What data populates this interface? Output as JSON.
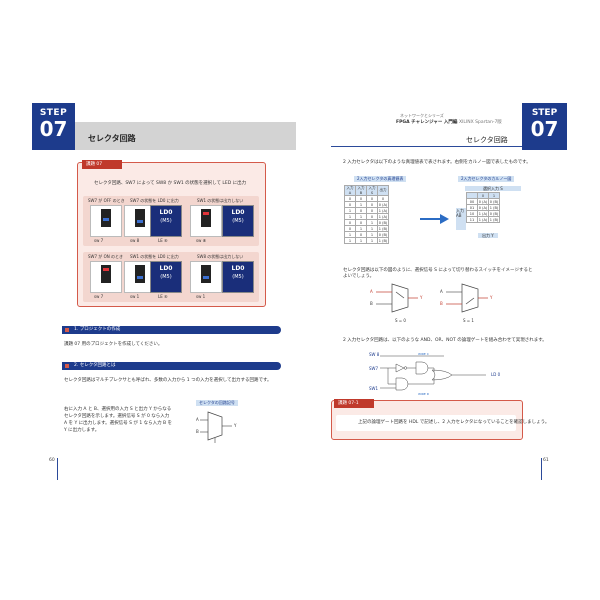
{
  "left": {
    "step_label": "STEP",
    "step_num": "07",
    "title": "セレクタ回路",
    "task_tab": "課題 07",
    "task_line1": "セレクタ回路、SW7 によって SW8 か SW1 の状態を選択して LED に出力",
    "task_line2": "",
    "row1_a": "SW7 が OFF のとき",
    "row1_b": "SW7 の状態を LD0 に出力",
    "row1_c": "SW1 の状態は出力しない",
    "row2_a": "SW7 が ON のとき",
    "row2_b": "SW1 の状態を LD0 に出力",
    "row2_c": "SW8 の状態は出力しない",
    "sw_labels": [
      "sw 7",
      "sw 8",
      "LE ⑥",
      "sw ⑧",
      "sw 7",
      "sw 1",
      "LE ⑥",
      "sw 1"
    ],
    "led_card_top": "LD0",
    "led_card_bot": "(M5)",
    "section1": "1. プロジェクトの作成",
    "section1_text": "課題 07 用のプロジェクトを作成してください。",
    "section2": "2. セレクタ回路とは",
    "section2_text": "セレクタ回路はマルチプレクサとも呼ばれ、多数の入力から 1 つの入力を選択して出力する回路です。",
    "para1": "右に入力 A と B、選択用の入力 S と出力 Y からなる",
    "para2": "セレクタ回路を示します。選択信号 S が 0 なら入力",
    "para3": "A を Y に出力します。選択信号 S が 1 なら入力 B を",
    "para4": "Y に出力します。",
    "symbol_caption": "セレクタの回路記号",
    "page_num": "60"
  },
  "right": {
    "step_label": "STEP",
    "step_num": "07",
    "series": "ネットワークとシリーズ",
    "fpga": "FPGA チャレンジャー 入門編",
    "fpga_sub": "XILINX Spartan-7版",
    "title": "セレクタ回路",
    "intro": "2 入力セレクタは以下のような真理値表で表されます。右側をカルノー図で表したものです。",
    "table_caption": "2入力セレクタの真理値表",
    "karnaugh_caption": "2入力セレクタのカルノー図",
    "table_headers": [
      "入力 A",
      "入力 B",
      "入力 S",
      "出力"
    ],
    "table_rows": [
      [
        "0",
        "0",
        "0",
        "0"
      ],
      [
        "0",
        "1",
        "0",
        "0 (A)"
      ],
      [
        "1",
        "0",
        "0",
        "1 (A)"
      ],
      [
        "1",
        "1",
        "0",
        "1 (A)"
      ],
      [
        "0",
        "0",
        "1",
        "0 (B)"
      ],
      [
        "0",
        "1",
        "1",
        "1 (B)"
      ],
      [
        "1",
        "0",
        "1",
        "0 (B)"
      ],
      [
        "1",
        "1",
        "1",
        "1 (B)"
      ]
    ],
    "kmap_header": "選択入力 S",
    "kmap_cols": [
      "0",
      "1"
    ],
    "kmap_rows": [
      [
        "00",
        "0 (A)",
        "0 (B)"
      ],
      [
        "01",
        "0 (A)",
        "1 (B)"
      ],
      [
        "10",
        "1 (A)",
        "0 (B)"
      ],
      [
        "11",
        "1 (A)",
        "1 (B)"
      ]
    ],
    "kmap_side": "入力 AB",
    "kmap_foot": "出力 Y",
    "switch_text1": "セレクタ回路は以下の図のように、選択信号 S によって切り替わるスイッチをイメージするとよいでしょう。",
    "sel0": "S = 0",
    "sel1": "S = 1",
    "gate_text": "2 入力セレクタ回路は、以下のような AND、OR、NOT の論理ゲートを組み合わせて実現されます。",
    "gate_labels": [
      "SW 8",
      "SW7",
      "SW1",
      "LD 0",
      "WIRE C",
      "WIRE D"
    ],
    "task_tab": "課題 07-1",
    "task_text": "上記の論理ゲート回路を HDL で記述し、2 入力セレクタになっていることを確認しましょう。",
    "page_num": "61"
  }
}
